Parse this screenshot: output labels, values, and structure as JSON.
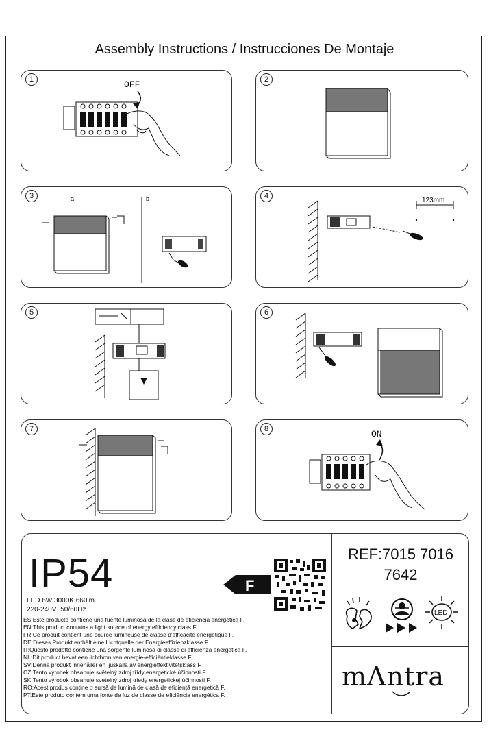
{
  "title": "Assembly Instructions / Instrucciones De Montaje",
  "steps": [
    {
      "num": "1",
      "label": "OFF"
    },
    {
      "num": "2"
    },
    {
      "num": "3",
      "sub_a": "a",
      "sub_b": "b"
    },
    {
      "num": "4",
      "measure": "123mm"
    },
    {
      "num": "5"
    },
    {
      "num": "6"
    },
    {
      "num": "7"
    },
    {
      "num": "8",
      "label": "ON"
    }
  ],
  "product": {
    "ip_rating": "IP54",
    "spec_line1": "LED 6W 3000K 660lm",
    "spec_line2": "220-240V~50/60Hz",
    "energy_class": "F",
    "energy_notes": [
      "ES:Este producto contiene una fuente luminosa de la clase de eficiencia energética F.",
      "EN:This product contains a light source of energy efficiency class F.",
      "FR:Ce produit contient une source lumineuse de classe d'efficacité énergétique F.",
      "DE:Dieses Produkt enthält eine Lichtquelle der Energieeffizienzklasse F.",
      "IT:Questo prodotto contiene una sorgente luminosa di classe di efficienza energetica F.",
      "NL:Dit product bevat een lichtbron van energie-efficiëntieklasse F.",
      "SV:Denna produkt innehåller en ljuskälla av energieffektivitetsklass F.",
      "CZ:Tento výrobek obsahuje světelný zdroj třídy energetické účinnosti F.",
      "SK:Tento výrobok obsahuje svetelný zdroj triedy energetickej účinnosti F.",
      "RO:Acest produs conține o sursă de lumină de clasă de eficiență energetică F.",
      "PT:Este produto contém uma fonte de luz de classe de eficiência energética F."
    ]
  },
  "reference": {
    "line1": "REF:7015 7016",
    "line2": "7642"
  },
  "icons": {
    "led_label": "LED"
  },
  "brand": {
    "logo_text": "mΛntra"
  }
}
